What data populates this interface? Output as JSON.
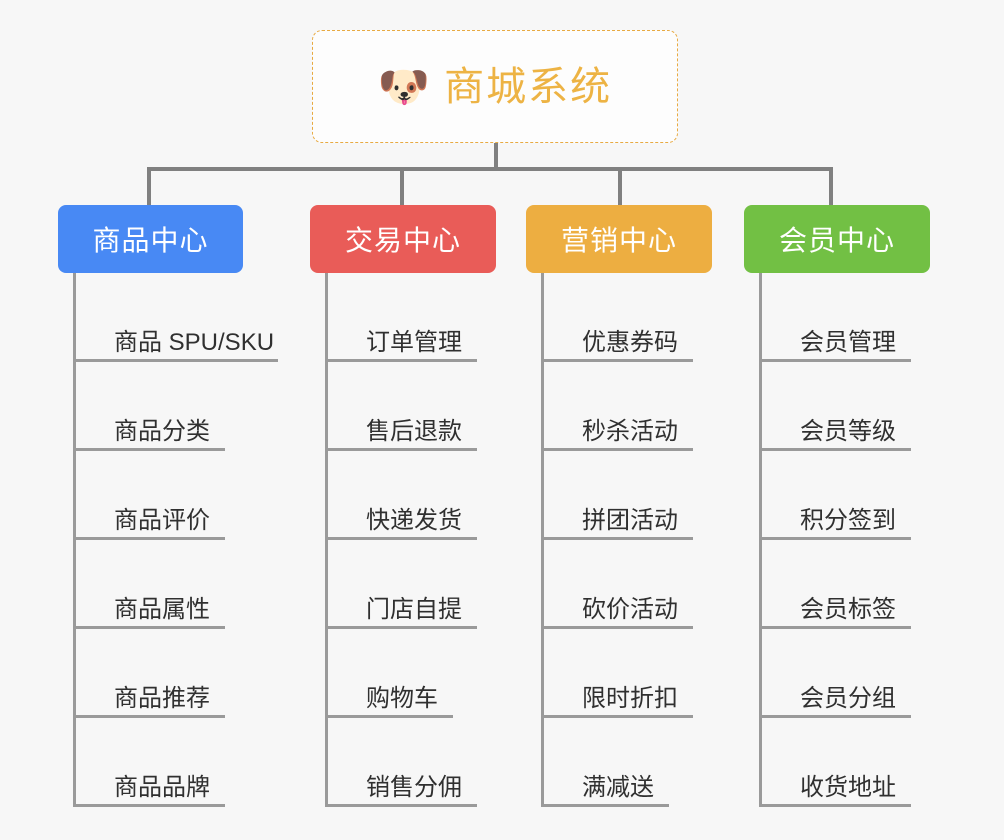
{
  "page": {
    "background_color": "#f7f7f7",
    "title": "商城系统"
  },
  "root": {
    "icon": "shiba-dog-face-icon",
    "emoji": "🐶",
    "label": "商城系统",
    "text_color": "#edb344",
    "border_color": "#e8aa42",
    "background_color": "#fdfdfd"
  },
  "connector_color": "#808080",
  "branches": [
    {
      "label": "商品中心",
      "color": "#4889f4",
      "children": [
        {
          "label": "商品 SPU/SKU",
          "underline_width": 205
        },
        {
          "label": "商品分类",
          "underline_width": 152
        },
        {
          "label": "商品评价",
          "underline_width": 152
        },
        {
          "label": "商品属性",
          "underline_width": 152
        },
        {
          "label": "商品推荐",
          "underline_width": 152
        },
        {
          "label": "商品品牌",
          "underline_width": 152
        }
      ]
    },
    {
      "label": "交易中心",
      "color": "#e95c58",
      "children": [
        {
          "label": "订单管理",
          "underline_width": 152
        },
        {
          "label": "售后退款",
          "underline_width": 152
        },
        {
          "label": "快递发货",
          "underline_width": 152
        },
        {
          "label": "门店自提",
          "underline_width": 152
        },
        {
          "label": "购物车",
          "underline_width": 128
        },
        {
          "label": "销售分佣",
          "underline_width": 152
        }
      ]
    },
    {
      "label": "营销中心",
      "color": "#edae41",
      "children": [
        {
          "label": "优惠券码",
          "underline_width": 152
        },
        {
          "label": "秒杀活动",
          "underline_width": 152
        },
        {
          "label": "拼团活动",
          "underline_width": 152
        },
        {
          "label": "砍价活动",
          "underline_width": 152
        },
        {
          "label": "限时折扣",
          "underline_width": 152
        },
        {
          "label": "满减送",
          "underline_width": 128
        }
      ]
    },
    {
      "label": "会员中心",
      "color": "#72c044",
      "children": [
        {
          "label": "会员管理",
          "underline_width": 152
        },
        {
          "label": "会员等级",
          "underline_width": 152
        },
        {
          "label": "积分签到",
          "underline_width": 152
        },
        {
          "label": "会员标签",
          "underline_width": 152
        },
        {
          "label": "会员分组",
          "underline_width": 152
        },
        {
          "label": "收货地址",
          "underline_width": 152
        }
      ]
    }
  ]
}
